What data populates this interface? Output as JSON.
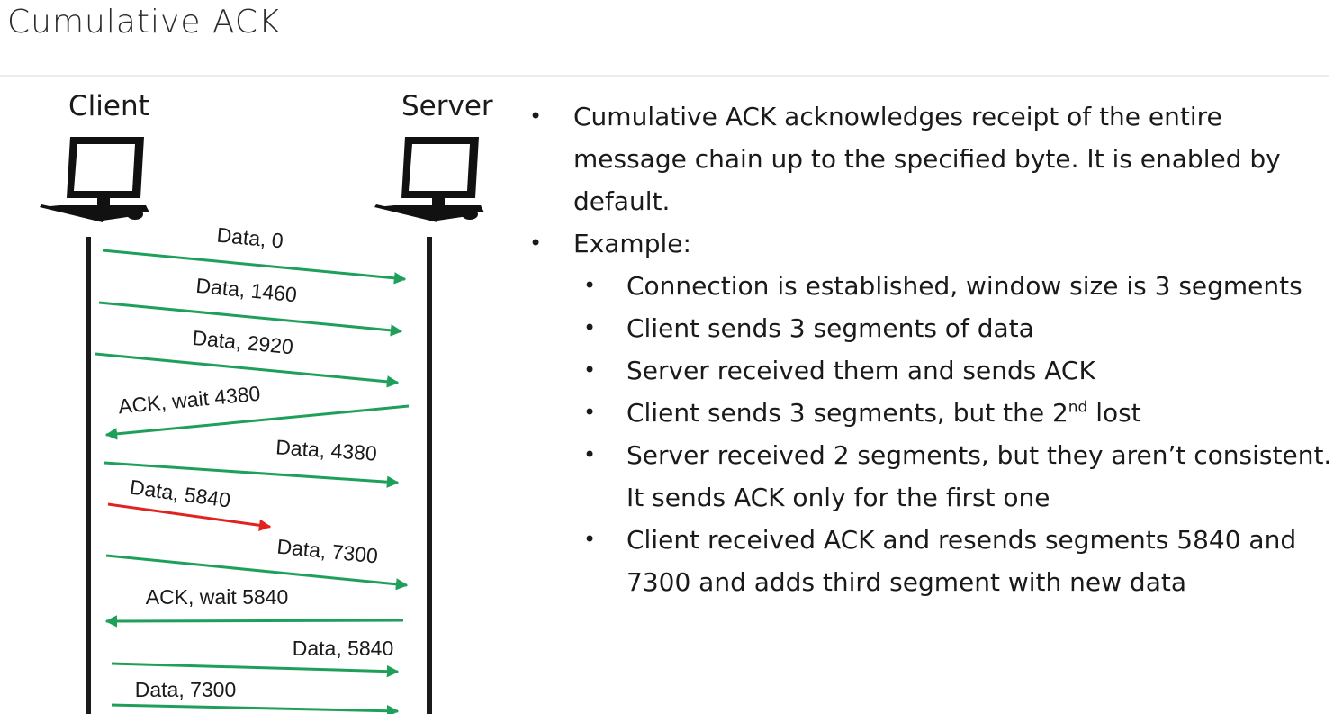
{
  "title": "Cumulative ACK",
  "diagram": {
    "client_label": "Client",
    "server_label": "Server",
    "colors": {
      "ok": "#1fa05a",
      "lost": "#e0231e",
      "line": "#1a1a1a"
    },
    "messages": [
      {
        "label": "Data, 0",
        "direction": "client-to-server",
        "status": "delivered"
      },
      {
        "label": "Data, 1460",
        "direction": "client-to-server",
        "status": "delivered"
      },
      {
        "label": "Data, 2920",
        "direction": "client-to-server",
        "status": "delivered"
      },
      {
        "label": "ACK, wait 4380",
        "direction": "server-to-client",
        "status": "delivered"
      },
      {
        "label": "Data, 4380",
        "direction": "client-to-server",
        "status": "delivered"
      },
      {
        "label": "Data, 5840",
        "direction": "client-to-server",
        "status": "lost"
      },
      {
        "label": "Data, 7300",
        "direction": "client-to-server",
        "status": "delivered"
      },
      {
        "label": "ACK, wait 5840",
        "direction": "server-to-client",
        "status": "delivered"
      },
      {
        "label": "Data, 5840",
        "direction": "client-to-server",
        "status": "delivered"
      },
      {
        "label": "Data, 7300",
        "direction": "client-to-server",
        "status": "delivered"
      }
    ]
  },
  "notes": {
    "intro": "Cumulative ACK acknowledges receipt of the entire message chain up to the specified byte. It is enabled by default.",
    "example_label": "Example:",
    "steps": {
      "s1": "Connection is established, window size is 3 segments",
      "s2": "Client sends 3 segments of data",
      "s3": "Server received them and sends ACK",
      "s4_before": "Client sends 3 segments, but the 2",
      "s4_sup": "nd",
      "s4_after": " lost",
      "s5": "Server received 2 segments, but they aren’t consistent. It sends ACK only for the first one",
      "s6": "Client  received ACK and resends segments 5840 and 7300 and adds third segment with new data"
    }
  }
}
